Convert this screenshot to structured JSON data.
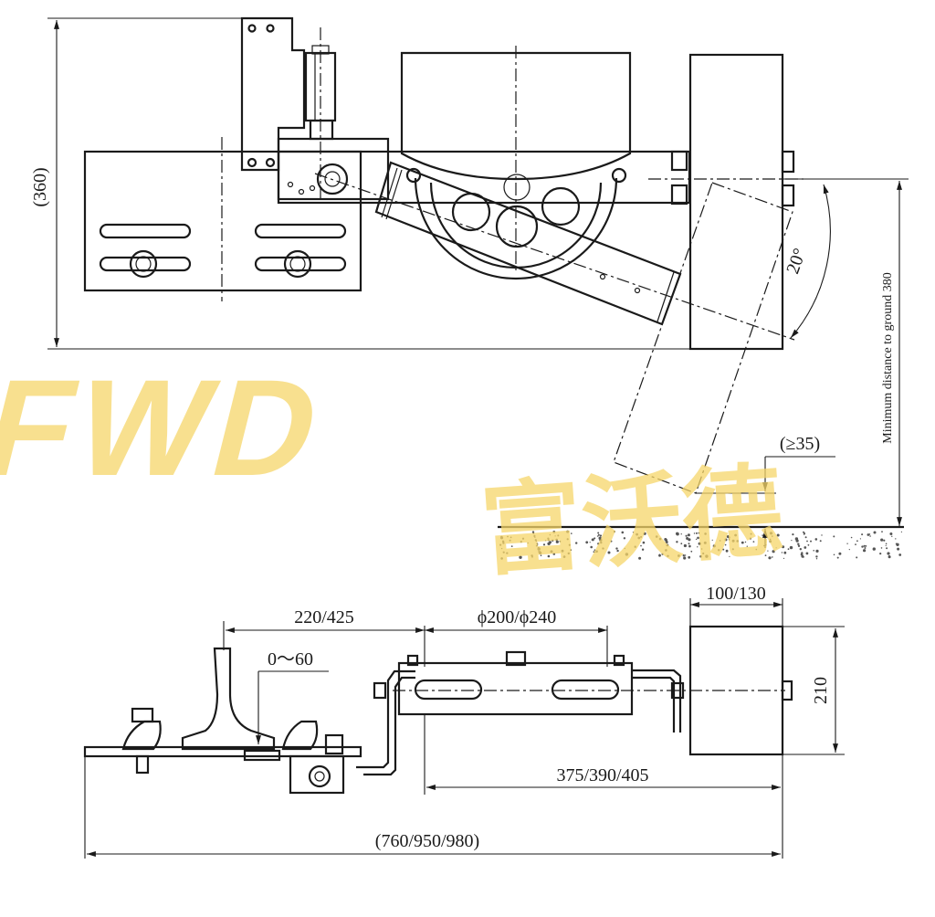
{
  "top_view": {
    "height_dim": "(360)",
    "angle_dim": "20°",
    "ground_note": "Minimum distance to ground 380",
    "clearance_dim": "(≥35)"
  },
  "bottom_view": {
    "dim_220_425": "220/425",
    "dim_0_60": "0～60",
    "dim_phi": "ϕ200/ϕ240",
    "dim_100_130": "100/130",
    "dim_210": "210",
    "dim_375": "375/390/405",
    "dim_total": "(760/950/980)"
  },
  "watermark": {
    "latin": "FWD",
    "chinese": "富沃德",
    "color": "#f5d66a"
  }
}
